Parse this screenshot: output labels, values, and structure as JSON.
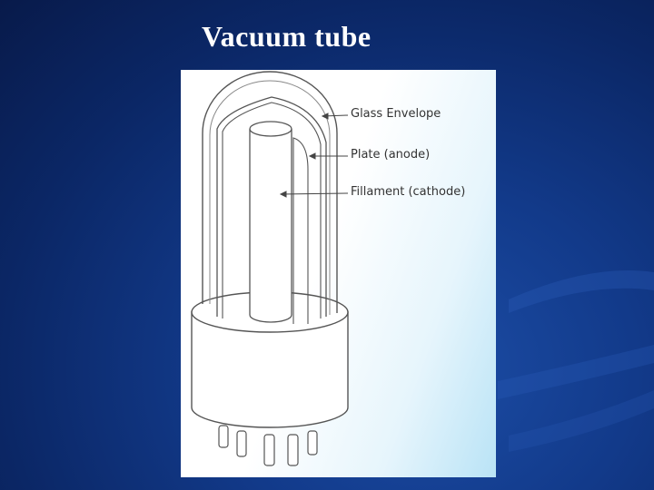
{
  "slide": {
    "title": "Vacuum tube",
    "background_color": "#0b2766"
  },
  "diagram": {
    "labels": {
      "glass_envelope": "Glass Envelope",
      "plate": "Plate (anode)",
      "filament": "Fillament (cathode)"
    },
    "panel_gradient_end": "#b9e3f6"
  }
}
